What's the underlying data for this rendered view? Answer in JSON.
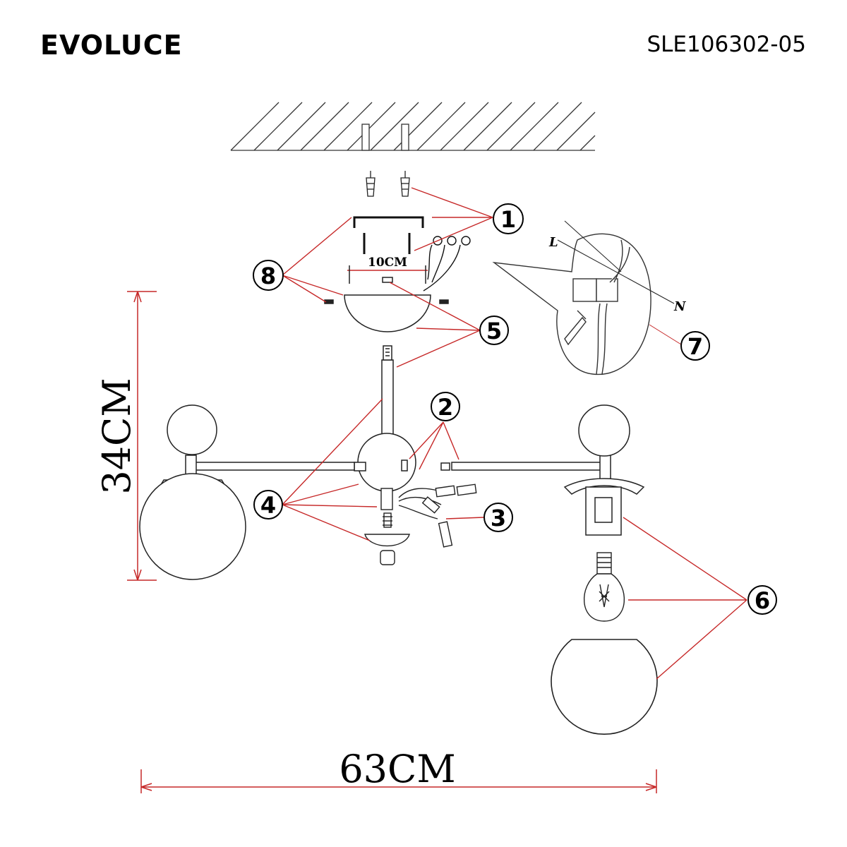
{
  "header": {
    "brand": "EVOLUCE",
    "model": "SLE106302-05"
  },
  "dimensions": {
    "height": "34CM",
    "width": "63CM",
    "mount_spacing": "10CM"
  },
  "wiring": {
    "terminal_l": "L",
    "terminal_n": "N"
  },
  "callouts": [
    {
      "id": "c1",
      "number": "1"
    },
    {
      "id": "c2",
      "number": "2"
    },
    {
      "id": "c3",
      "number": "3"
    },
    {
      "id": "c4",
      "number": "4"
    },
    {
      "id": "c5",
      "number": "5"
    },
    {
      "id": "c6",
      "number": "6"
    },
    {
      "id": "c7",
      "number": "7"
    },
    {
      "id": "c8",
      "number": "8"
    }
  ],
  "colors": {
    "leader": "#c62828",
    "line": "#222222"
  }
}
